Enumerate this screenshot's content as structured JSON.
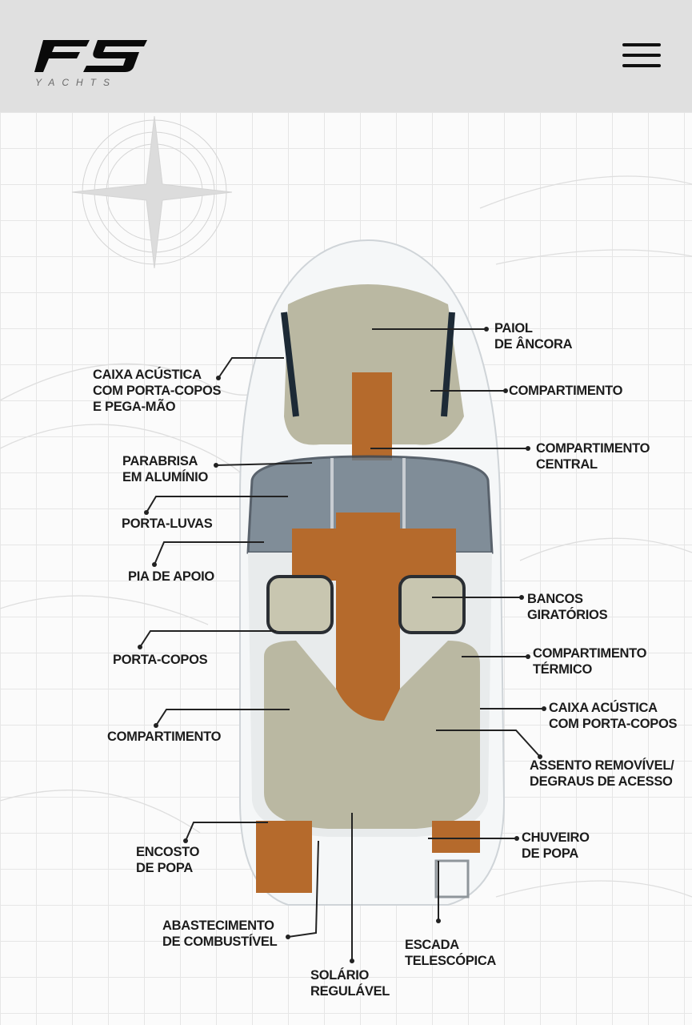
{
  "header": {
    "logo_text": "FS",
    "logo_subtext": "YACHTS",
    "menu_icon": "hamburger-icon"
  },
  "diagram": {
    "labels": [
      {
        "id": "paiol",
        "lines": [
          "PAIOL",
          "DE ÂNCORA"
        ]
      },
      {
        "id": "caixa-acustica-proa",
        "lines": [
          "CAIXA ACÚSTICA",
          "COM PORTA-COPOS",
          "E PEGA-MÃO"
        ]
      },
      {
        "id": "compartimento-proa",
        "lines": [
          "COMPARTIMENTO"
        ]
      },
      {
        "id": "compartimento-central",
        "lines": [
          "COMPARTIMENTO",
          "CENTRAL"
        ]
      },
      {
        "id": "parabrisa",
        "lines": [
          "PARABRISA",
          "EM ALUMÍNIO"
        ]
      },
      {
        "id": "porta-luvas",
        "lines": [
          "PORTA-LUVAS"
        ]
      },
      {
        "id": "pia",
        "lines": [
          "PIA DE APOIO"
        ]
      },
      {
        "id": "bancos",
        "lines": [
          "BANCOS",
          "GIRATÓRIOS"
        ]
      },
      {
        "id": "porta-copos",
        "lines": [
          "PORTA-COPOS"
        ]
      },
      {
        "id": "compartimento-termico",
        "lines": [
          "COMPARTIMENTO",
          "TÉRMICO"
        ]
      },
      {
        "id": "caixa-acustica-popa",
        "lines": [
          "CAIXA ACÚSTICA",
          "COM PORTA-COPOS"
        ]
      },
      {
        "id": "compartimento-popa",
        "lines": [
          "COMPARTIMENTO"
        ]
      },
      {
        "id": "assento",
        "lines": [
          "ASSENTO REMOVÍVEL/",
          "DEGRAUS DE ACESSO"
        ]
      },
      {
        "id": "chuveiro",
        "lines": [
          "CHUVEIRO",
          "DE POPA"
        ]
      },
      {
        "id": "encosto",
        "lines": [
          "ENCOSTO",
          "DE POPA"
        ]
      },
      {
        "id": "abastecimento",
        "lines": [
          "ABASTECIMENTO",
          "DE COMBUSTÍVEL"
        ]
      },
      {
        "id": "escada",
        "lines": [
          "ESCADA",
          "TELESCÓPICA"
        ]
      },
      {
        "id": "solario",
        "lines": [
          "SOLÁRIO",
          "REGULÁVEL"
        ]
      }
    ]
  }
}
